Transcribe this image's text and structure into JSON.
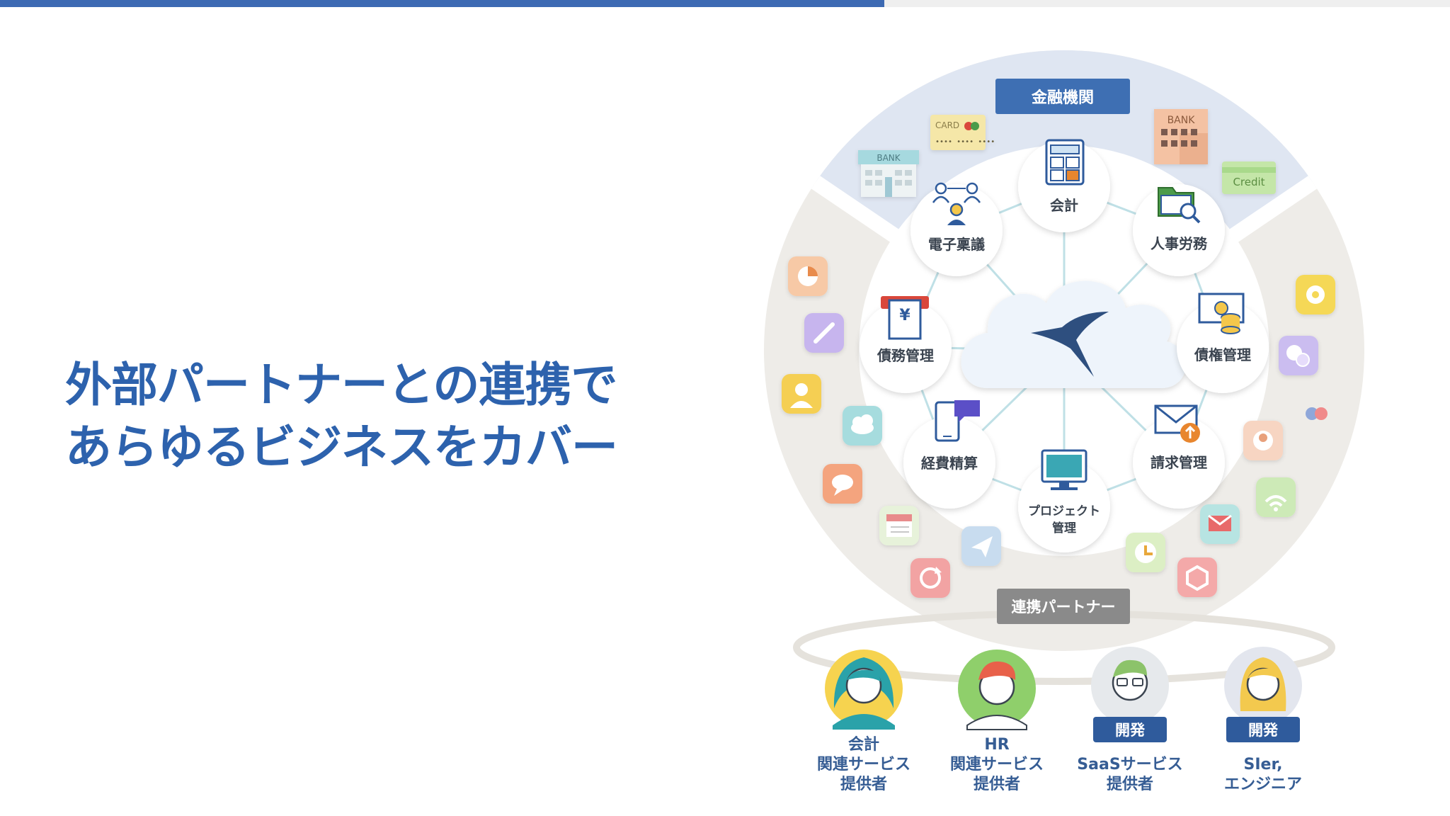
{
  "slide": {
    "progress_fraction": 0.61,
    "title_lines": [
      "外部パートナーとの連携で",
      "あらゆるビジネスをカバー"
    ]
  },
  "diagram": {
    "top_sector_label": "金融機関",
    "partner_label": "連携パートナー",
    "modules": [
      "会計",
      "人事労務",
      "債権管理",
      "請求管理",
      "プロジェクト管理",
      "経費精算",
      "債務管理",
      "電子稟議"
    ],
    "deco_text": {
      "card": "CARD",
      "card_number": "•••• •••• ••••",
      "bank_left": "BANK",
      "bank_right": "BANK",
      "credit": "Credit",
      "yen": "¥"
    },
    "partners": [
      {
        "badge": "",
        "caption_lines": [
          "会計",
          "関連サービス",
          "提供者"
        ]
      },
      {
        "badge": "",
        "caption_lines": [
          "HR",
          "関連サービス",
          "提供者"
        ]
      },
      {
        "badge": "開発",
        "caption_lines": [
          "SaaSサービス",
          "提供者"
        ]
      },
      {
        "badge": "開発",
        "caption_lines": [
          "SIer,",
          "エンジニア"
        ]
      }
    ]
  },
  "colors": {
    "brand_blue": "#2d62ad",
    "badge_blue": "#2f5b9c",
    "partner_gray": "#8a8a8a",
    "sector_blue": "#dfe6f2",
    "sector_gray": "#eeece8"
  }
}
